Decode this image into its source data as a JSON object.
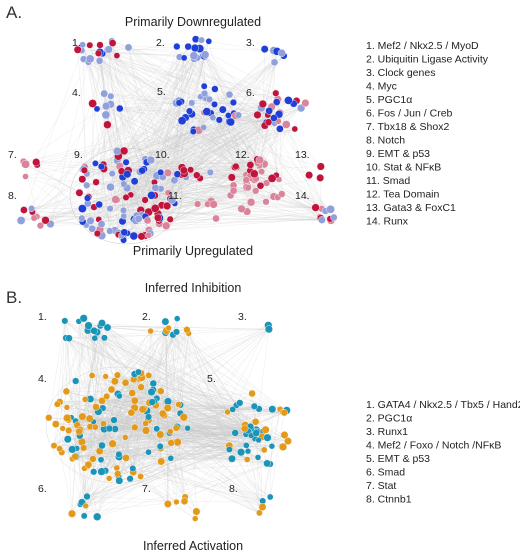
{
  "panel_a": {
    "letter": "A.",
    "title_top": "Primarily Downregulated",
    "title_bottom": "Primarily Upregulated",
    "legend": [
      "1. Mef2 / Nkx2.5 / MyoD",
      "2. Ubiquitin Ligase Activity",
      "3. Clock genes",
      "4. Myc",
      "5. PGC1α",
      "6. Fos / Jun / Creb",
      "7. Tbx18 & Shox2",
      "8. Notch",
      "9. EMT & p53",
      "10. Stat & NFκB",
      "11. Smad",
      "12. Tea Domain",
      "13. Gata3 & FoxC1",
      "14. Runx"
    ],
    "cluster_numbers": [
      "1.",
      "2.",
      "3.",
      "4.",
      "5.",
      "6.",
      "7.",
      "8.",
      "9.",
      "10.",
      "11.",
      "12.",
      "13.",
      "14."
    ],
    "colors": {
      "dark_blue": "#1f3fd6",
      "light_blue": "#8fa0db",
      "dark_red": "#c0143c",
      "light_red": "#d9849a"
    }
  },
  "panel_b": {
    "letter": "B.",
    "title_top": "Inferred Inhibition",
    "title_bottom": "Inferred Activation",
    "legend": [
      "1. GATA4 / Nkx2.5 / Tbx5 / Hand2",
      "2. PGC1α",
      "3. Runx1",
      "4. Mef2 / Foxo / Notch /NFκB",
      "5. EMT & p53",
      "6. Smad",
      "7. Stat",
      "8. Ctnnb1"
    ],
    "cluster_numbers": [
      "1.",
      "2.",
      "3.",
      "4.",
      "5.",
      "6.",
      "7.",
      "8."
    ],
    "colors": {
      "teal": "#1b94b8",
      "orange": "#e39a1a"
    }
  }
}
